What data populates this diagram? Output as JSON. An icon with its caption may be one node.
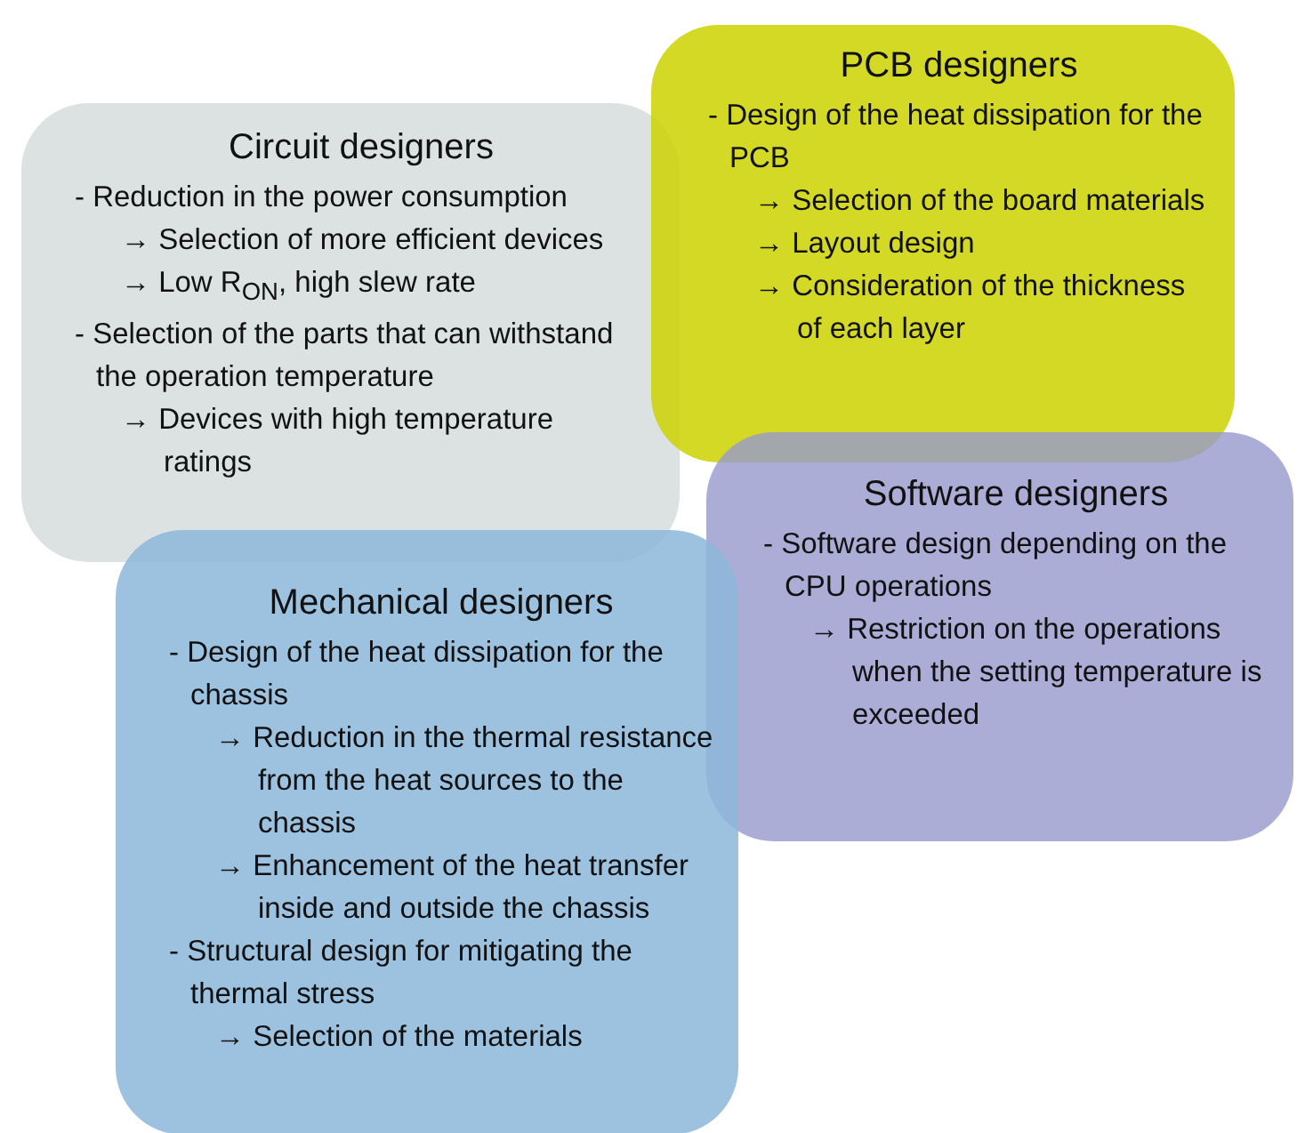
{
  "diagram": {
    "nodes": [
      {
        "text": [
          "Circuit designers",
          "- Reduction in the power consumption",
          "→ Selection of more efficient devices",
          "→ Low R$_{ON}$, high slew rate",
          "- Selection of the parts that can withstand the operation temperature",
          "→ Devices with high temperature ratings"
        ]
      },
      {
        "text": [
          "PCB designers",
          "- Design of the heat dissipation for the PCB",
          "→ Selection of the board materials",
          "→ Layout design",
          "→ Consideration of the thickness of each layer"
        ]
      },
      {
        "text": [
          "Software designers",
          "- Software design depending on the CPU operations",
          "→ Restriction on the operations when the setting temperature is exceeded"
        ]
      },
      {
        "text": [
          "Mechanical designers",
          "- Design of the heat dissipation for the chassis",
          "→ Reduction in the thermal resistance from the heat sources to the chassis",
          "→ Enhancement of the heat transfer inside and outside the chassis",
          "- Structural design for mitigating the thermal stress",
          "→ Selection of the materials"
        ]
      }
    ],
    "edges": []
  }
}
